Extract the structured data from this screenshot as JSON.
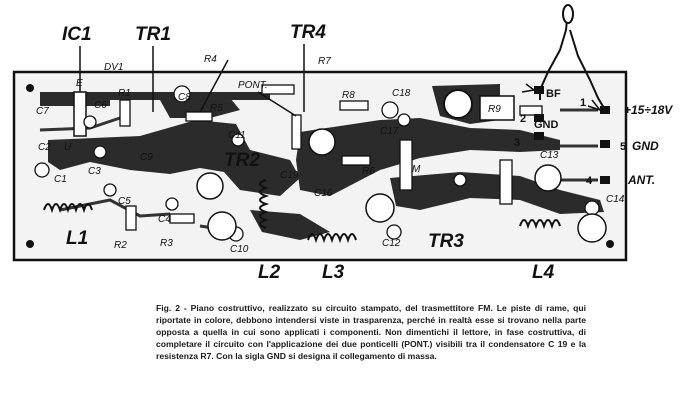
{
  "labels": {
    "ic1": "IC1",
    "tr1": "TR1",
    "tr4": "TR4",
    "tr2": "TR2",
    "tr3": "TR3",
    "dv1": "DV1",
    "r1": "R1",
    "r2": "R2",
    "r3": "R3",
    "r4": "R4",
    "r5": "R5",
    "r6": "R6",
    "r7": "R7",
    "r8": "R8",
    "r9": "R9",
    "c1": "C1",
    "c2": "C2",
    "c3": "C3",
    "c4": "C4",
    "c5": "C5",
    "c6": "C6",
    "c7": "C7",
    "c8": "C8",
    "c9": "C9",
    "c10": "C10",
    "c11": "C11",
    "c12": "C12",
    "c13": "C13",
    "c14": "C14",
    "c16": "C16",
    "c17": "C17",
    "c18": "C18",
    "c19": "C19",
    "l1": "L1",
    "l2": "L2",
    "l3": "L3",
    "l4": "L4",
    "pont": "PONT.",
    "bf": "BF",
    "gnd_inner": "GND",
    "pin1": "1",
    "pin2": "2",
    "pin3": "3",
    "pin4": "4",
    "pin5": "5",
    "e": "E",
    "u": "U",
    "m": "M",
    "supply": "+15÷18V",
    "gnd": "GND",
    "ant": "ANT."
  },
  "caption": "Fig. 2 - Piano costruttivo, realizzato su circuito stampato, del trasmettitore FM. Le piste di rame, qui riportate in colore, debbono intendersi viste in trasparenza, perché in realtà esse si trovano nella parte opposta a quella in cui sono applicati i componenti. Non dimentichi il lettore, in fase costruttiva, di completare il circuito con l'applicazione dei due ponticelli (PONT.) visibili tra il condensatore C 19 e la resistenza R7. Con la sigla GND si designa il collegamento di massa."
}
